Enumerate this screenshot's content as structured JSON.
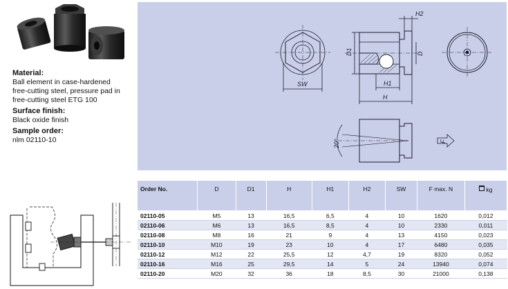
{
  "material": {
    "heading": "Material:",
    "lines": [
      "Ball element in case-hardened",
      "free-cutting steel, pressure pad in",
      "free-cutting steel ETG 100"
    ]
  },
  "surface": {
    "heading": "Surface finish:",
    "lines": [
      "Black oxide finish"
    ]
  },
  "sample": {
    "heading": "Sample order:",
    "lines": [
      "nlm 02110-10"
    ]
  },
  "drawing_labels": {
    "sw": "SW",
    "d1": "D1",
    "d": "D",
    "h": "H",
    "h1": "H1",
    "h2": "H2",
    "angle": "20°",
    "force": "F"
  },
  "table": {
    "headers": [
      "Order No.",
      "D",
      "D1",
      "H",
      "H1",
      "H2",
      "SW",
      "F max. N",
      "kg"
    ],
    "rows": [
      [
        "02110-05",
        "M5",
        "13",
        "16,5",
        "6,5",
        "4",
        "10",
        "1620",
        "0,012"
      ],
      [
        "02110-06",
        "M6",
        "13",
        "16,5",
        "8,5",
        "4",
        "10",
        "2330",
        "0,011"
      ],
      [
        "02110-08",
        "M8",
        "16",
        "21",
        "9",
        "4",
        "13",
        "4150",
        "0,023"
      ],
      [
        "02110-10",
        "M10",
        "19",
        "23",
        "10",
        "4",
        "17",
        "6480",
        "0,035"
      ],
      [
        "02110-12",
        "M12",
        "22",
        "25,5",
        "12",
        "4,7",
        "19",
        "8320",
        "0,052"
      ],
      [
        "02110-16",
        "M16",
        "25",
        "29,5",
        "14",
        "5",
        "24",
        "13940",
        "0,074"
      ],
      [
        "02110-20",
        "M20",
        "32",
        "36",
        "18",
        "8,5",
        "30",
        "21000",
        "0,138"
      ]
    ]
  },
  "icons": {
    "weight": "weight-icon",
    "force_arrow": "force-arrow-icon"
  },
  "colors": {
    "panel": "#c9cfe8",
    "row_alt": "#e3e6f3"
  }
}
